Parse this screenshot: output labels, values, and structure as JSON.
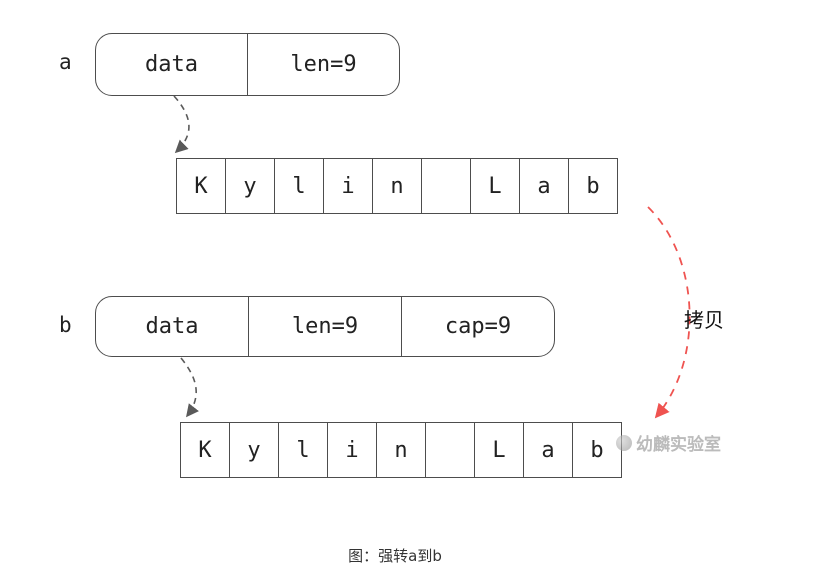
{
  "diagram": {
    "caption": "图：强转a到b",
    "copy_label": "拷贝",
    "watermark": "幼麟实验室",
    "struct_a": {
      "label": "a",
      "fields": [
        "data",
        "len=9"
      ]
    },
    "struct_b": {
      "label": "b",
      "fields": [
        "data",
        "len=9",
        "cap=9"
      ]
    },
    "array_a": [
      "K",
      "y",
      "l",
      "i",
      "n",
      " ",
      "L",
      "a",
      "b"
    ],
    "array_b": [
      "K",
      "y",
      "l",
      "i",
      "n",
      " ",
      "L",
      "a",
      "b"
    ]
  },
  "colors": {
    "pointer_arrow": "#5a5a5a",
    "copy_arrow": "#ef5350",
    "border": "#4d4d4d"
  }
}
